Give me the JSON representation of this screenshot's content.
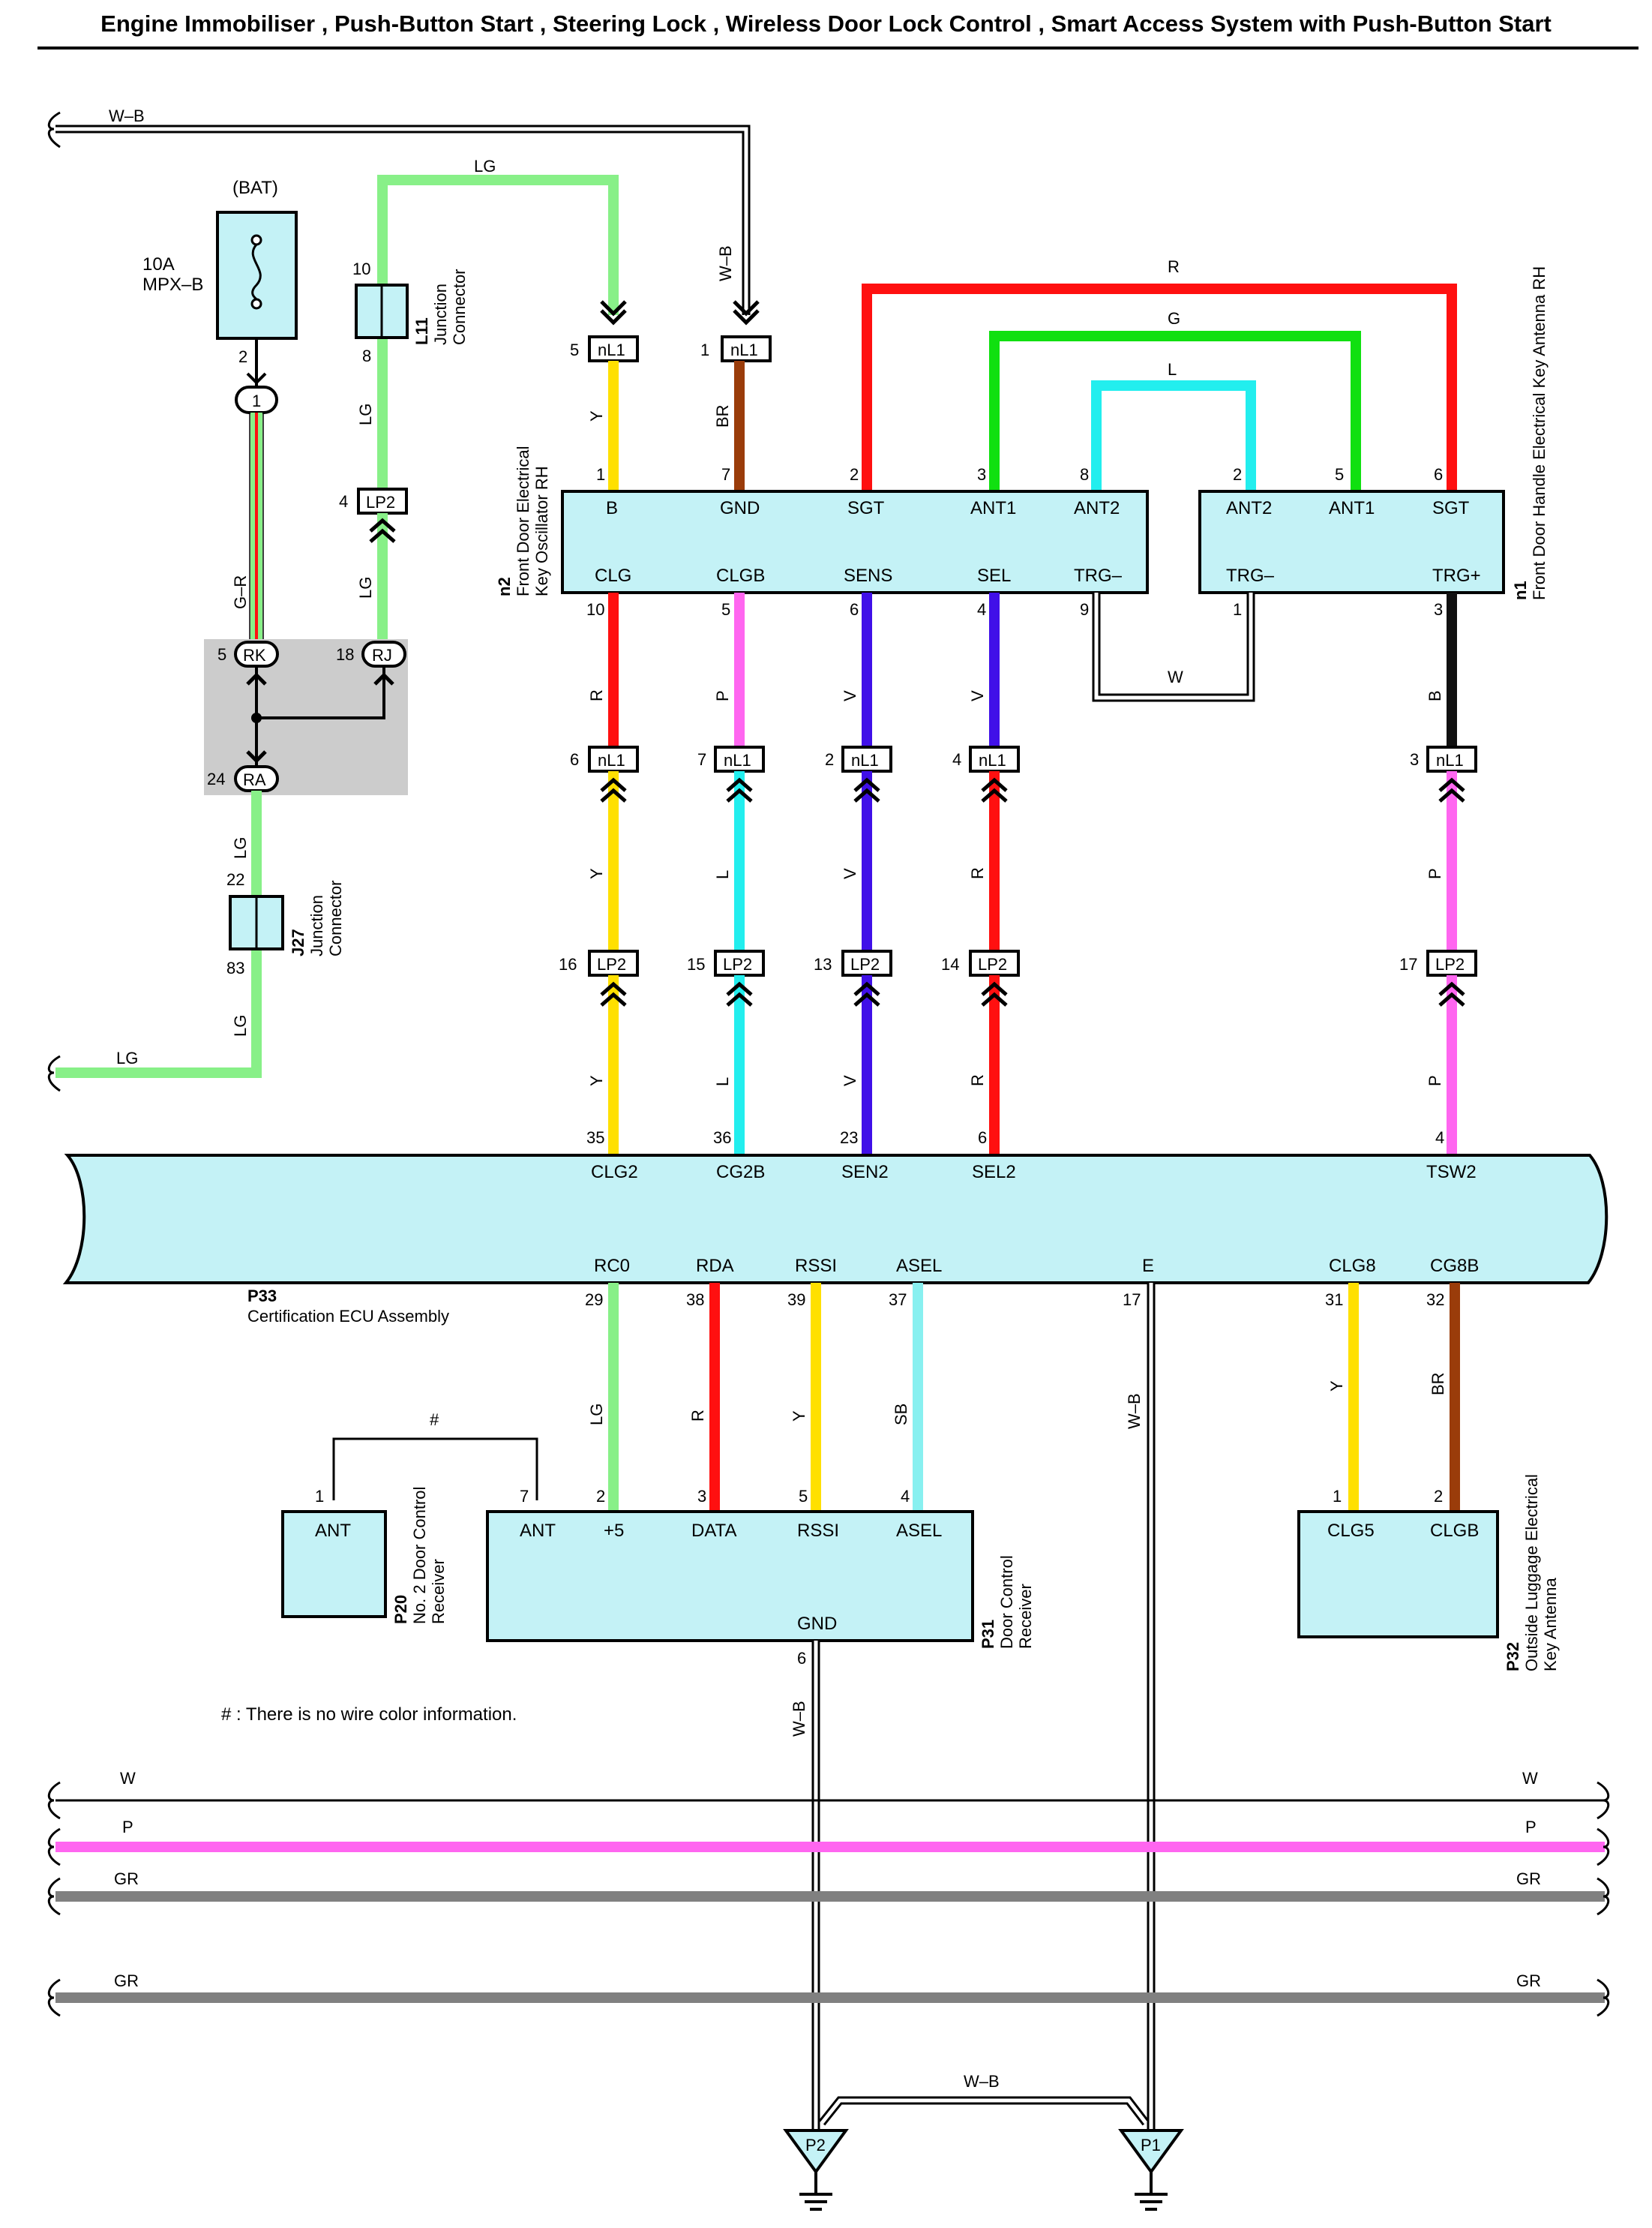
{
  "title": "Engine Immobiliser , Push-Button Start , Steering Lock , Wireless Door Lock Control , Smart Access System with Push-Button Start",
  "colors": {
    "LG": "#88f088",
    "Y": "#ffe000",
    "BR": "#9a3c0a",
    "R": "#ff1010",
    "G": "#10e010",
    "L": "#22eeee",
    "P": "#ff66f0",
    "V": "#4010e8",
    "B": "#101010",
    "SB": "#88f0f0",
    "GR": "#808080",
    "connector": "#c4f2f6",
    "shade": "#cccccc"
  },
  "fuse": {
    "label": "(BAT)",
    "rating": "10A",
    "name": "MPX–B",
    "pin": "2",
    "junction": "1"
  },
  "wires": {
    "wb": "W–B",
    "lg": "LG",
    "y": "Y",
    "br": "BR",
    "r": "R",
    "g": "G",
    "l": "L",
    "p": "P",
    "v": "V",
    "b": "B",
    "w": "W",
    "gr": "GR",
    "sb": "SB",
    "gr_r": "G–R"
  },
  "connectors": {
    "nL1": "nL1",
    "LP2": "LP2",
    "RK": "RK",
    "RJ": "RJ",
    "RA": "RA",
    "L11": {
      "id": "L11",
      "name": "Junction Connector",
      "pin_top": "10",
      "pin_bottom": "8"
    },
    "J27": {
      "id": "J27",
      "name": "Junction Connector",
      "pin_top": "22",
      "pin_bottom": "83"
    },
    "n2": {
      "id": "n2",
      "name": "Front Door Electrical Key Oscillator RH",
      "name_line1": "Front Door Electrical",
      "name_line2": "Key Oscillator RH"
    },
    "n1": {
      "id": "n1",
      "name": "Front Door Handle Electrical Key Antenna RH"
    },
    "P33": {
      "id": "P33",
      "name": "Certification ECU Assembly"
    },
    "P20": {
      "id": "P20",
      "name_line1": "No. 2 Door Control",
      "name_line2": "Receiver"
    },
    "P31": {
      "id": "P31",
      "name_line1": "Door Control",
      "name_line2": "Receiver"
    },
    "P32": {
      "id": "P32",
      "name_line1": "Outside Luggage Electrical",
      "name_line2": "Key Antenna"
    }
  },
  "pins": {
    "nl1_5": "5",
    "nl1_1": "1",
    "lp2_4": "4",
    "rk": "5",
    "rj": "18",
    "ra": "24",
    "n2_b": "1",
    "n2_gnd": "7",
    "n2_sgt": "2",
    "n2_ant1": "3",
    "n2_ant2": "8",
    "n2_clg": "10",
    "n2_clgb": "5",
    "n2_sens": "6",
    "n2_sel": "4",
    "n2_trg": "9",
    "n1_ant2": "2",
    "n1_ant1": "5",
    "n1_sgt": "6",
    "n1_trgm": "1",
    "n1_trgp": "3",
    "nl1_6": "6",
    "nl1_7": "7",
    "nl1_2": "2",
    "nl1_4": "4",
    "nl1_3": "3",
    "lp2_16": "16",
    "lp2_15": "15",
    "lp2_13": "13",
    "lp2_14": "14",
    "lp2_17": "17",
    "p33_35": "35",
    "p33_36": "36",
    "p33_23": "23",
    "p33_6": "6",
    "p33_4": "4",
    "p33_29": "29",
    "p33_38": "38",
    "p33_39": "39",
    "p33_37": "37",
    "p33_17": "17",
    "p33_31": "31",
    "p33_32": "32",
    "p20_1": "1",
    "p31_7": "7",
    "p31_2": "2",
    "p31_3": "3",
    "p31_5": "5",
    "p31_4": "4",
    "p31_6": "6",
    "p32_1": "1",
    "p32_2": "2"
  },
  "signals": {
    "n2_b": "B",
    "n2_gnd": "GND",
    "n2_sgt": "SGT",
    "n2_ant1": "ANT1",
    "n2_ant2": "ANT2",
    "n2_clg": "CLG",
    "n2_clgb": "CLGB",
    "n2_sens": "SENS",
    "n2_sel": "SEL",
    "n2_trg": "TRG–",
    "n1_ant2": "ANT2",
    "n1_ant1": "ANT1",
    "n1_sgt": "SGT",
    "n1_trgm": "TRG–",
    "n1_trgp": "TRG+",
    "p33_clg2": "CLG2",
    "p33_cg2b": "CG2B",
    "p33_sen2": "SEN2",
    "p33_sel2": "SEL2",
    "p33_tsw2": "TSW2",
    "p33_rc0": "RC0",
    "p33_rda": "RDA",
    "p33_rssi": "RSSI",
    "p33_asel": "ASEL",
    "p33_e": "E",
    "p33_clg8": "CLG8",
    "p33_cg8b": "CG8B",
    "p20_ant": "ANT",
    "p31_ant": "ANT",
    "p31_5v": "+5",
    "p31_data": "DATA",
    "p31_rssi": "RSSI",
    "p31_asel": "ASEL",
    "p31_gnd": "GND",
    "p32_clg5": "CLG5",
    "p32_clgb": "CLGB"
  },
  "note_hash": "#",
  "note": "# : There is no wire color information.",
  "grounds": {
    "p2": "P2",
    "p1": "P1"
  }
}
